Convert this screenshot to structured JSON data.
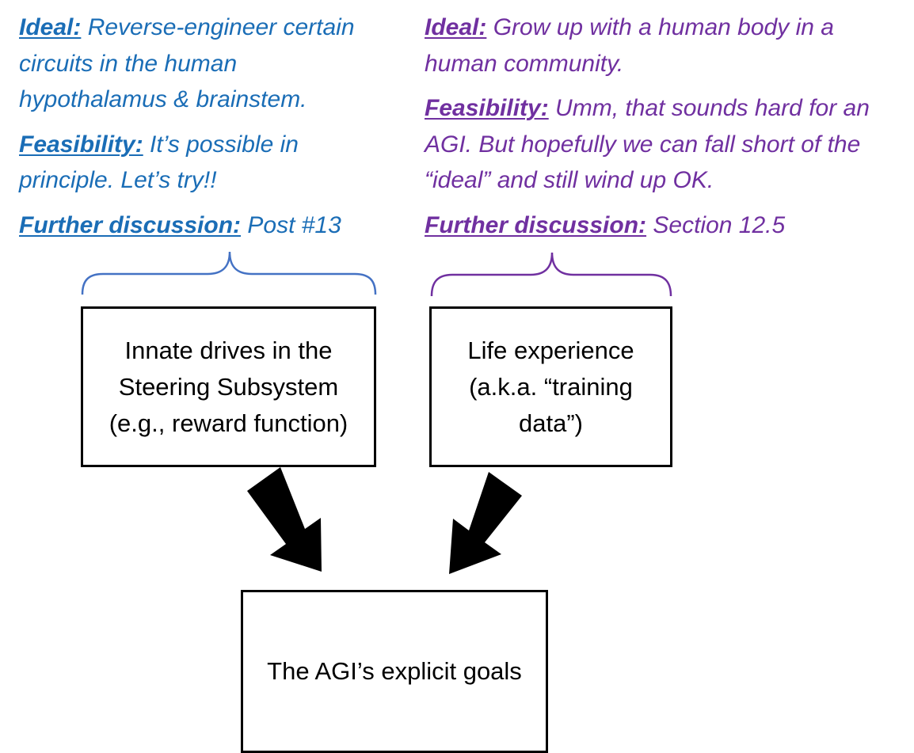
{
  "annotations": {
    "left": {
      "ideal_label": "Ideal:",
      "ideal_text": " Reverse-engineer certain circuits in the human hypothalamus & brainstem.",
      "feasibility_label": "Feasibility:",
      "feasibility_text": " It’s possible in principle. Let’s try!!",
      "further_label": "Further discussion:",
      "further_text": " Post #13"
    },
    "right": {
      "ideal_label": "Ideal:",
      "ideal_text": " Grow up with a human body in a human community.",
      "feasibility_label": "Feasibility:",
      "feasibility_text": " Umm, that sounds hard for an AGI. But hopefully we can fall short of the “ideal” and still wind up OK.",
      "further_label": "Further discussion:",
      "further_text": " Section 12.5"
    }
  },
  "boxes": {
    "innate": "Innate drives in the\nSteering Subsystem\n(e.g., reward function)",
    "life": "Life experience\n(a.k.a. “training\ndata”)",
    "goals": "The AGI’s explicit goals"
  },
  "colors": {
    "left_annotation": "#1a6db6",
    "right_annotation": "#7030a0",
    "box_border": "#000000",
    "arrow": "#000000",
    "brace_left": "#4472c4",
    "brace_right": "#7030a0"
  }
}
